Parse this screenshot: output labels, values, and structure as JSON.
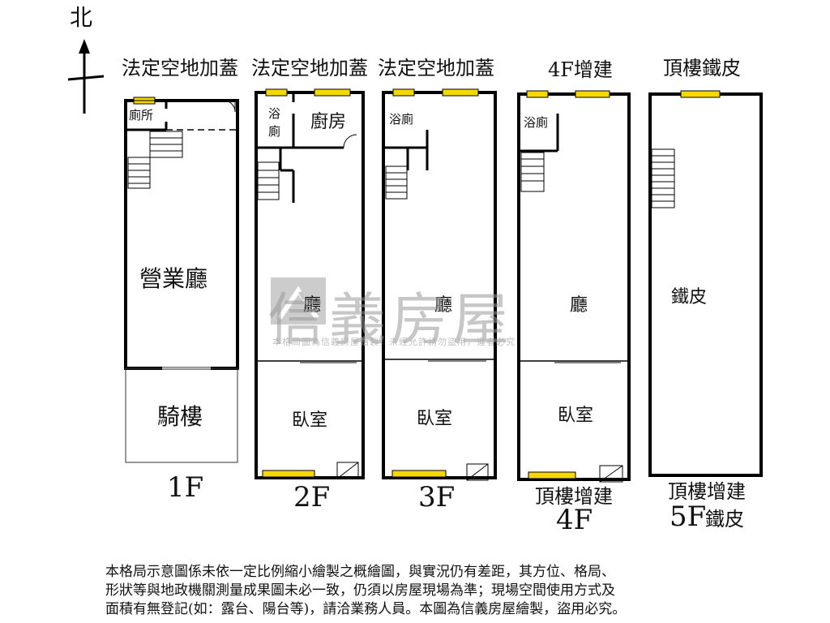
{
  "compass": {
    "north_label": "北"
  },
  "units": [
    {
      "title": "法定空地加蓋",
      "floor": "1F",
      "rooms": [
        "廁所",
        "營業廳",
        "騎樓"
      ]
    },
    {
      "title": "法定空地加蓋",
      "floor": "2F",
      "rooms": [
        "浴",
        "廁",
        "廚房",
        "廳",
        "臥室"
      ]
    },
    {
      "title": "法定空地加蓋",
      "floor": "3F",
      "rooms": [
        "浴廁",
        "廳",
        "臥室"
      ]
    },
    {
      "title": "4F增建",
      "floor": "4F",
      "floor_note": "頂樓增建",
      "rooms": [
        "浴廁",
        "廳",
        "臥室"
      ]
    },
    {
      "title": "頂樓鐵皮",
      "floor": "5F",
      "floor_note": "頂樓增建",
      "floor_note2": "鐵皮",
      "rooms": [
        "鐵皮"
      ]
    }
  ],
  "watermark": {
    "brand": "信義房屋",
    "sub": "本格局圖為信義房屋繪製，未經允許請勿盜用，違者必究"
  },
  "disclaimer": [
    "本格局示意圖係未依一定比例縮小繪製之概繪圖，與實況仍有差距，其方位、格局、",
    "形狀等與地政機關測量成果圖未必一致，仍須以房屋現場為準；現場空間使用方式及",
    "面積有無登記(如：露台、陽台等)，請洽業務人員。本圖為信義房屋繪製，盜用必究。"
  ]
}
